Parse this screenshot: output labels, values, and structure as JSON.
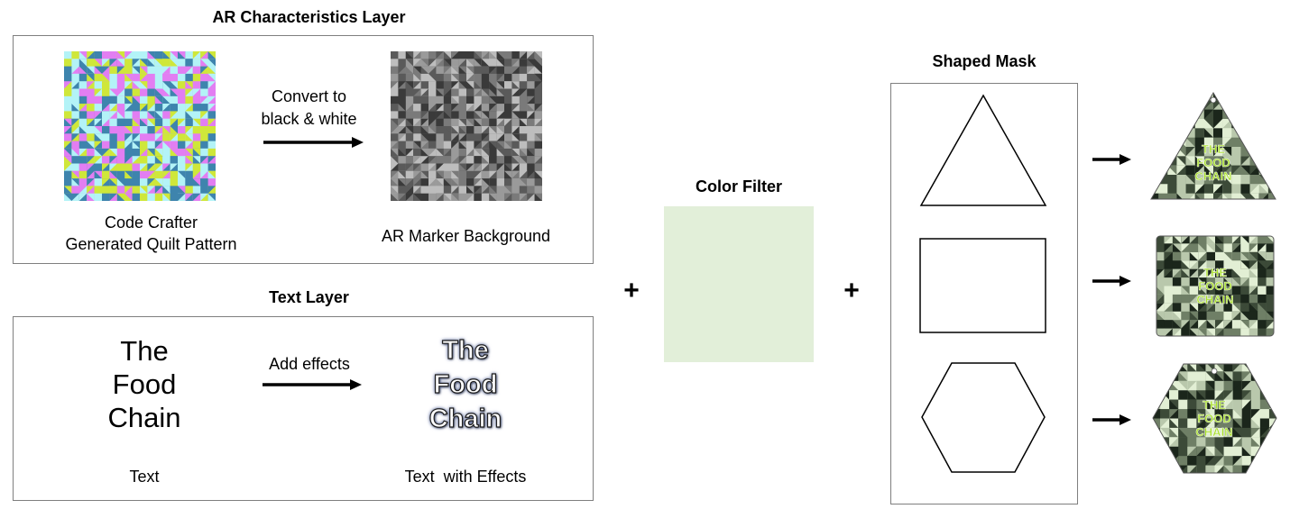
{
  "ar_layer": {
    "title": "AR Characteristics Layer",
    "arrow_label_1": "Convert to",
    "arrow_label_2": "black & white",
    "left_caption_1": "Code Crafter",
    "left_caption_2": "Generated Quilt Pattern",
    "right_caption": "AR Marker Background"
  },
  "text_layer": {
    "title": "Text Layer",
    "plain_line_1": "The",
    "plain_line_2": "Food",
    "plain_line_3": "Chain",
    "arrow_label": "Add effects",
    "fx_line_1": "The",
    "fx_line_2": "Food",
    "fx_line_3": "Chain",
    "left_caption": "Text",
    "right_caption": "Text  with Effects"
  },
  "plus_1": "+",
  "plus_2": "+",
  "color_filter": {
    "title": "Color Filter",
    "color": "#e2efd9"
  },
  "shaped_mask": {
    "title": "Shaped Mask",
    "shapes": [
      "triangle",
      "rectangle",
      "hexagon"
    ]
  },
  "result_tags": {
    "line_1": "THE",
    "line_2": "FOOD",
    "line_3": "CHAIN",
    "text_color": "#a8e02a"
  },
  "palette": {
    "quilt": [
      "#b3f3f7",
      "#e27ef2",
      "#3e84ad",
      "#cfe73a"
    ],
    "grayscale": [
      "#3a3a3a",
      "#5a5a5a",
      "#7a7a7a",
      "#9a9a9a",
      "#bdbdbd"
    ],
    "tag": [
      "#1b261b",
      "#3c4a38",
      "#6f7f66",
      "#b9c8ac",
      "#e2efd4"
    ]
  }
}
